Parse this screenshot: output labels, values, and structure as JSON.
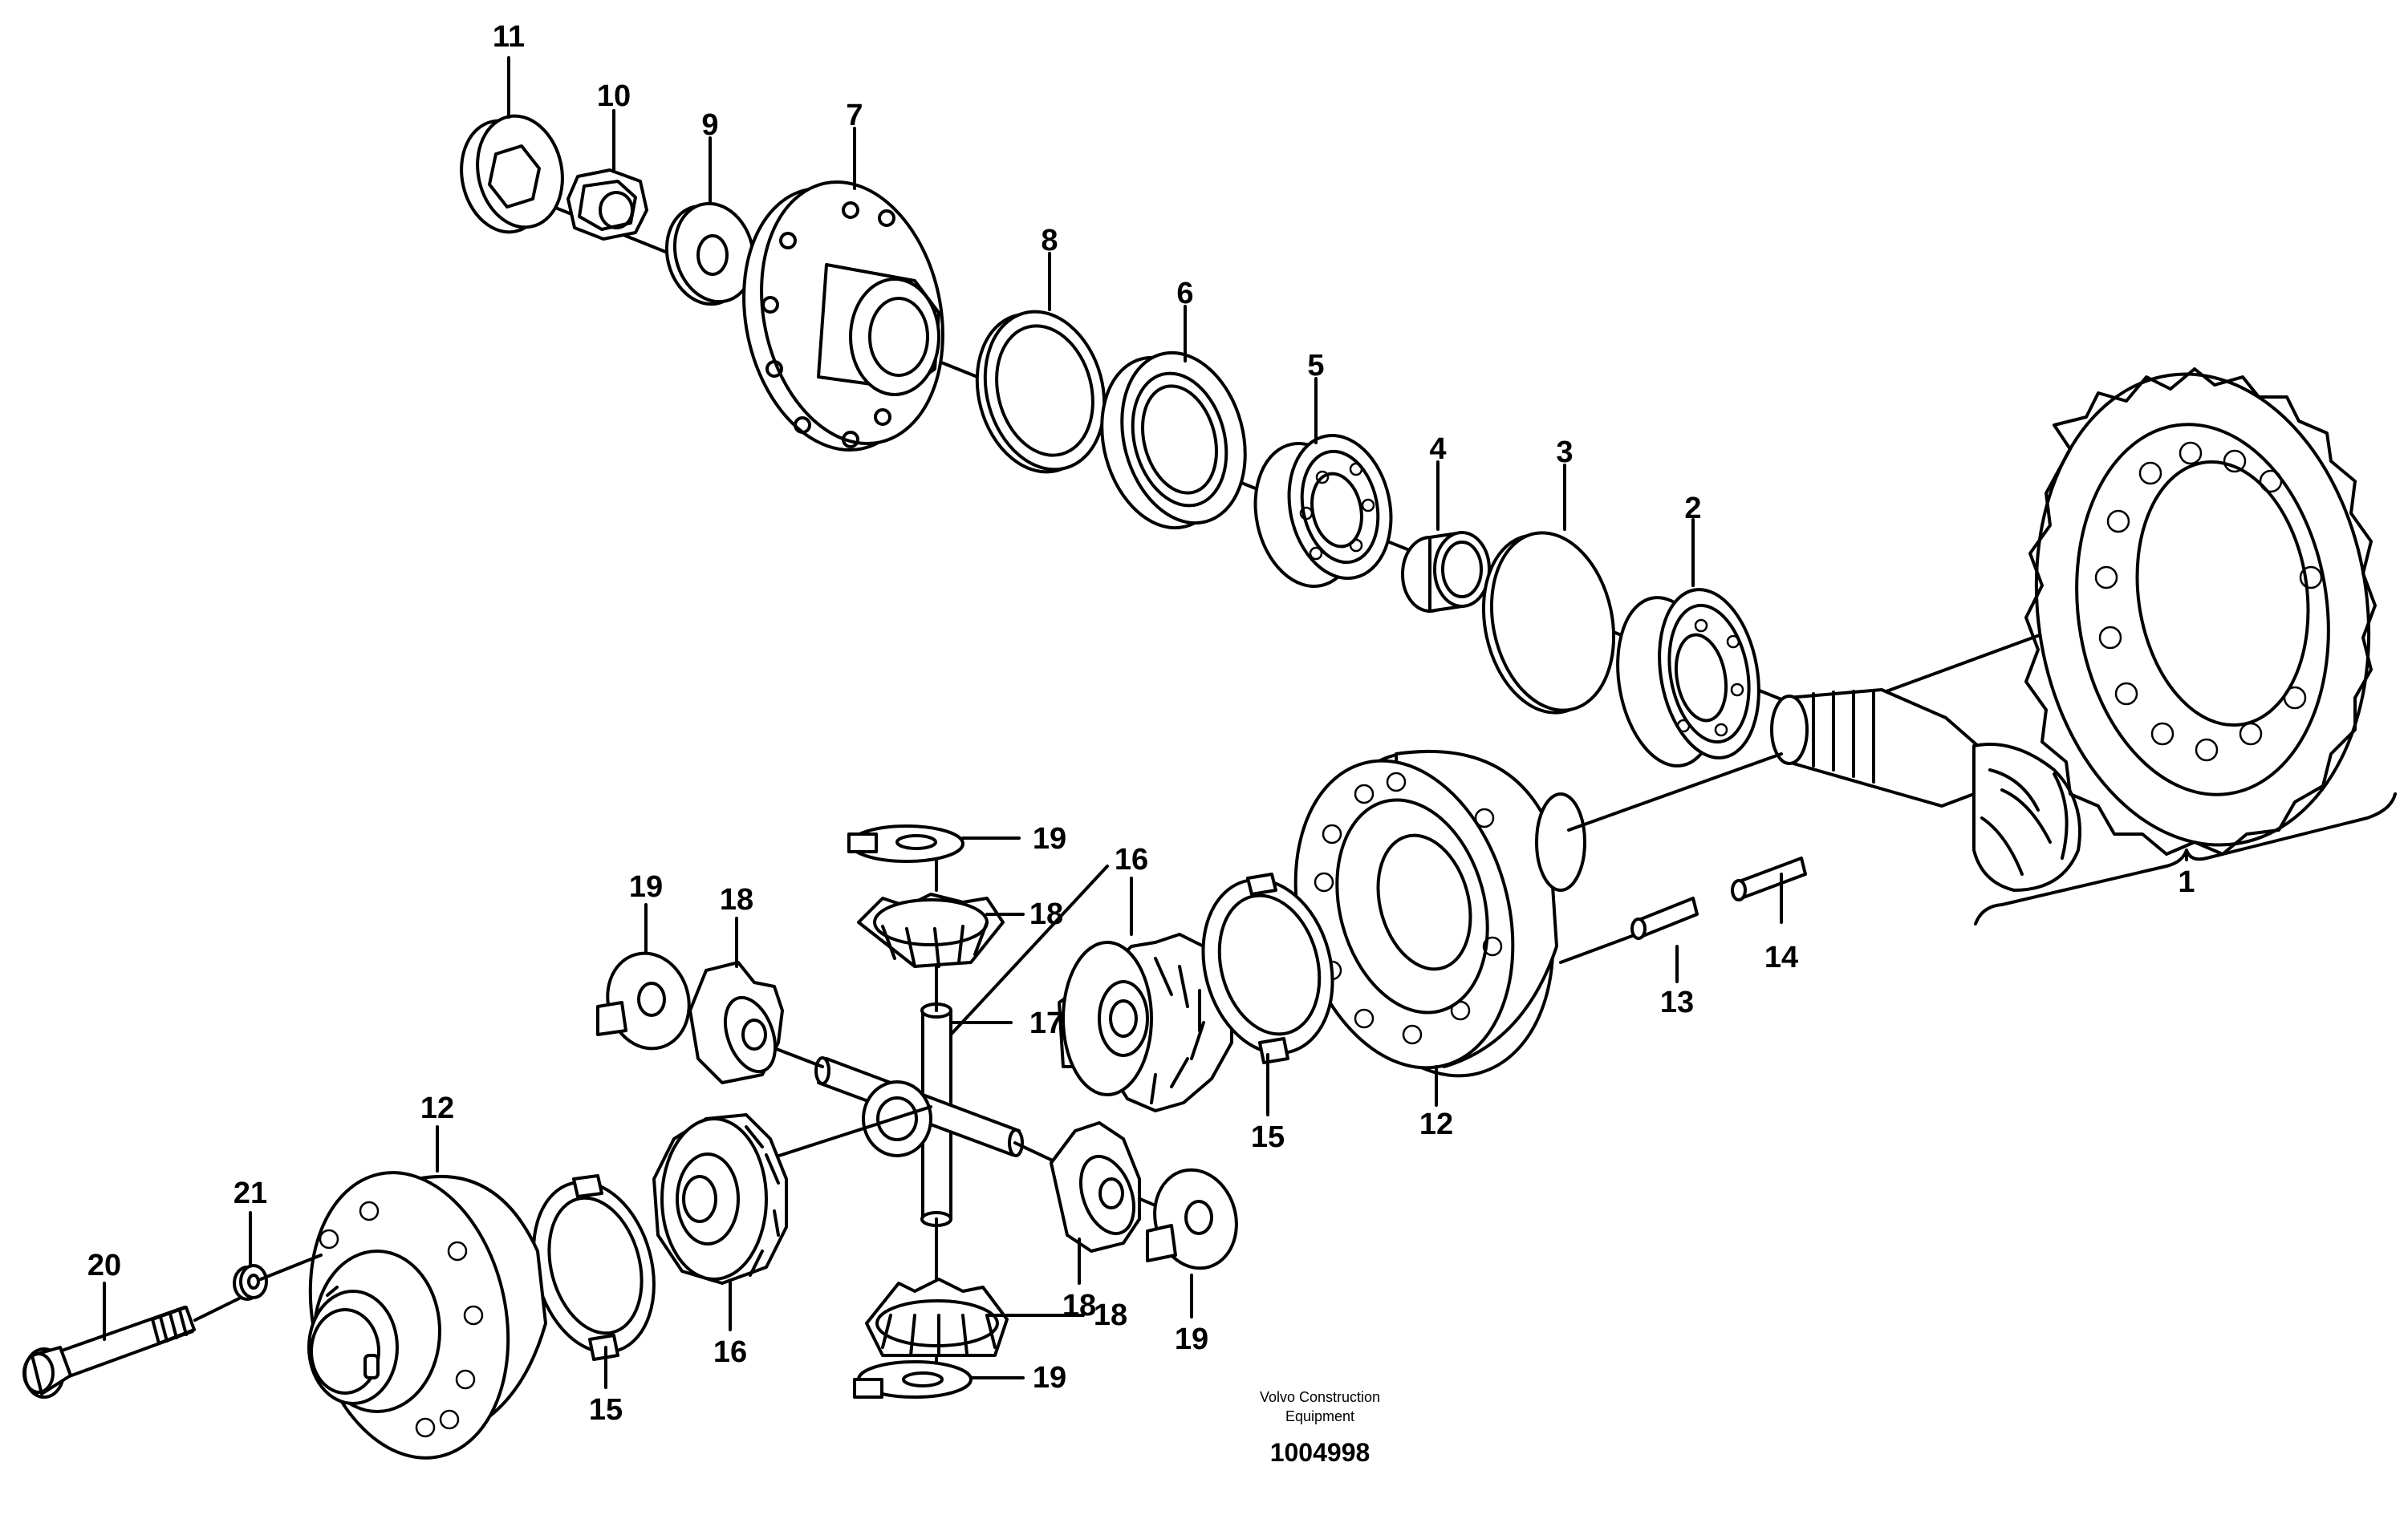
{
  "drawing": {
    "credit_line1": "Volvo Construction",
    "credit_line2": "Equipment",
    "number": "1004998"
  },
  "labels": {
    "p1": "1",
    "p2": "2",
    "p3": "3",
    "p4": "4",
    "p5": "5",
    "p6": "6",
    "p7": "7",
    "p8": "8",
    "p9": "9",
    "p10": "10",
    "p11": "11",
    "p12a": "12",
    "p12b": "12",
    "p13": "13",
    "p14": "14",
    "p15a": "15",
    "p15b": "15",
    "p16a": "16",
    "p16b": "16",
    "p17": "17",
    "p18a": "18",
    "p18b": "18",
    "p18c": "18",
    "p18d": "18",
    "p19a": "19",
    "p19b": "19",
    "p19c": "19",
    "p19d": "19",
    "p20": "20",
    "p21": "21"
  }
}
